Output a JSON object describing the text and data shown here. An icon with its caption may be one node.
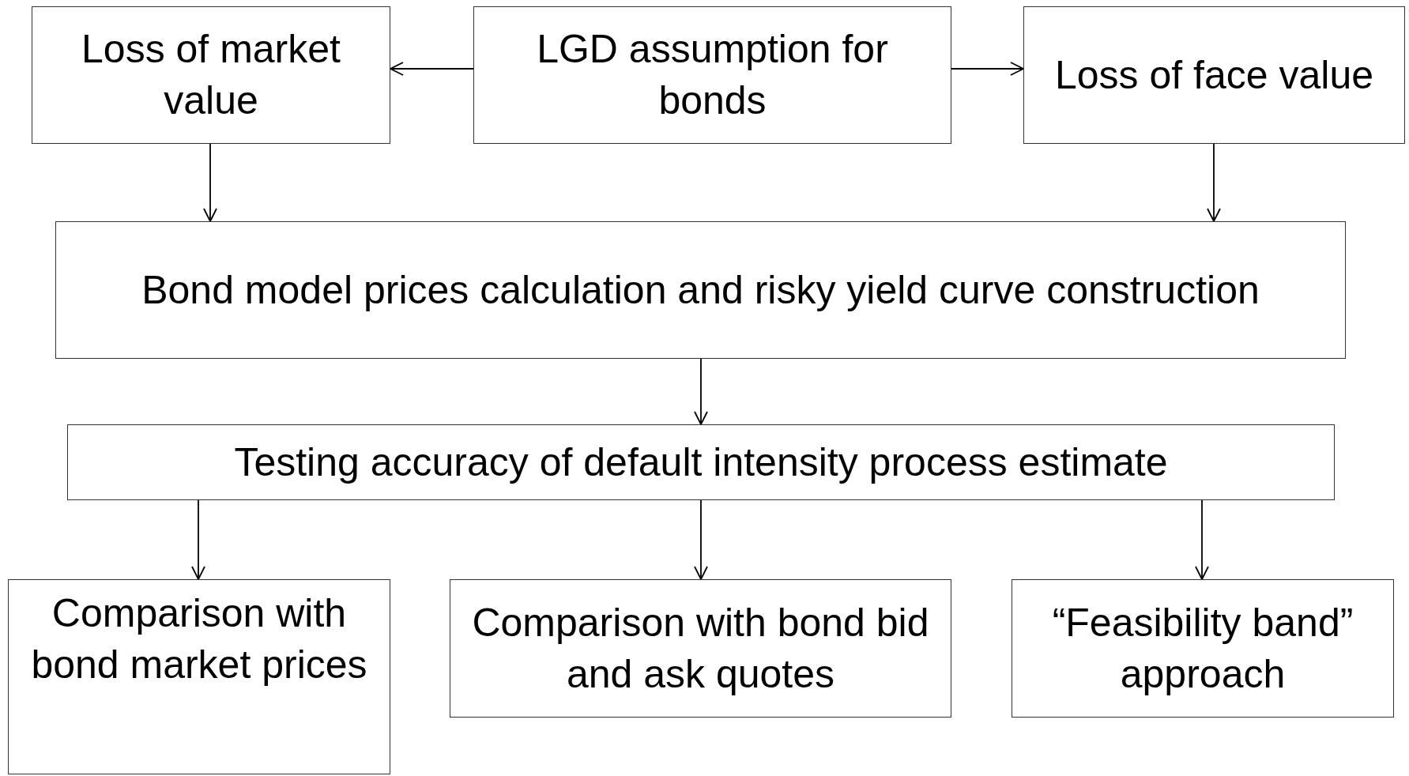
{
  "diagram": {
    "nodes": [
      {
        "text": [
          "Loss of market value"
        ]
      },
      {
        "text": [
          "LGD assumption for bonds"
        ]
      },
      {
        "text": [
          "Loss of face value"
        ]
      },
      {
        "text": [
          "Bond model prices calculation and risky yield curve construction"
        ]
      },
      {
        "text": [
          "Testing accuracy of default intensity process estimate"
        ]
      },
      {
        "text": [
          "Comparison with bond market prices"
        ]
      },
      {
        "text": [
          "Comparison with bond bid and ask quotes"
        ]
      },
      {
        "text": [
          "“Feasibility band” approach"
        ]
      }
    ],
    "edges": [
      {
        "from": 1,
        "to": 0,
        "arrow": "to"
      },
      {
        "from": 1,
        "to": 2,
        "arrow": "to"
      },
      {
        "from": 0,
        "to": 3,
        "arrow": "to"
      },
      {
        "from": 2,
        "to": 3,
        "arrow": "to"
      },
      {
        "from": 3,
        "to": 4,
        "arrow": "to"
      },
      {
        "from": 4,
        "to": 5,
        "arrow": "to"
      },
      {
        "from": 4,
        "to": 6,
        "arrow": "to"
      },
      {
        "from": 4,
        "to": 7,
        "arrow": "to"
      }
    ]
  }
}
